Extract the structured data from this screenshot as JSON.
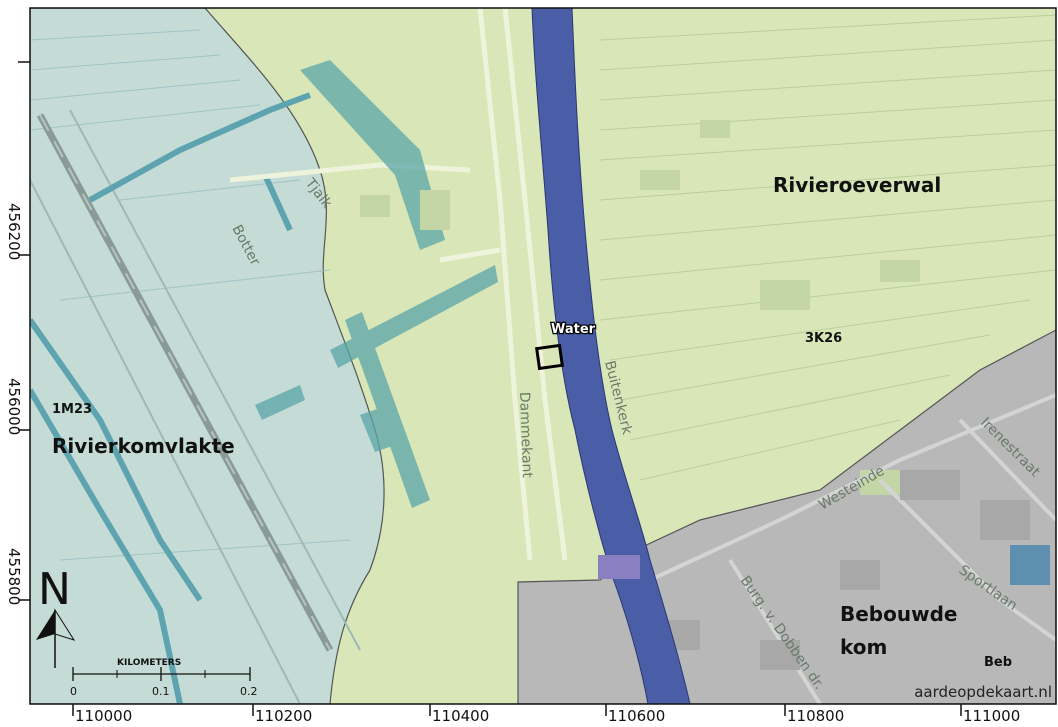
{
  "map": {
    "units": [
      {
        "name": "Rivierkomvlakte",
        "code": "1M23"
      },
      {
        "name": "Rivieroeverwal",
        "code": "3K26"
      },
      {
        "name": "Water",
        "code": ""
      },
      {
        "name": "Bebouwde kom",
        "line1": "Bebouwde",
        "line2": "kom",
        "code": "Beb"
      }
    ],
    "streets": [
      "Tjalk",
      "Botter",
      "Dammekant",
      "Buitenkerk",
      "Westeinde",
      "Irenestraat",
      "Sportlaan",
      "Burg. v. Dobben dr."
    ],
    "x_ticks": [
      "110000",
      "110200",
      "110400",
      "110600",
      "110800",
      "111000"
    ],
    "y_ticks": [
      "456200",
      "456000",
      "455800"
    ],
    "north_arrow": "N",
    "scale_bar": {
      "unit": "KILOMETERS",
      "labels": [
        "0",
        "0.1",
        "0.2"
      ]
    },
    "credit": "aardeopdekaart.nl",
    "colors": {
      "rivierkomvlakte": "#c5dcd6",
      "rivieroeverwal": "#d9e7b8",
      "water": "#4a5ea8",
      "bebouwde_kom": "#b8b8b8",
      "ditch": "#7fb0b8"
    }
  }
}
